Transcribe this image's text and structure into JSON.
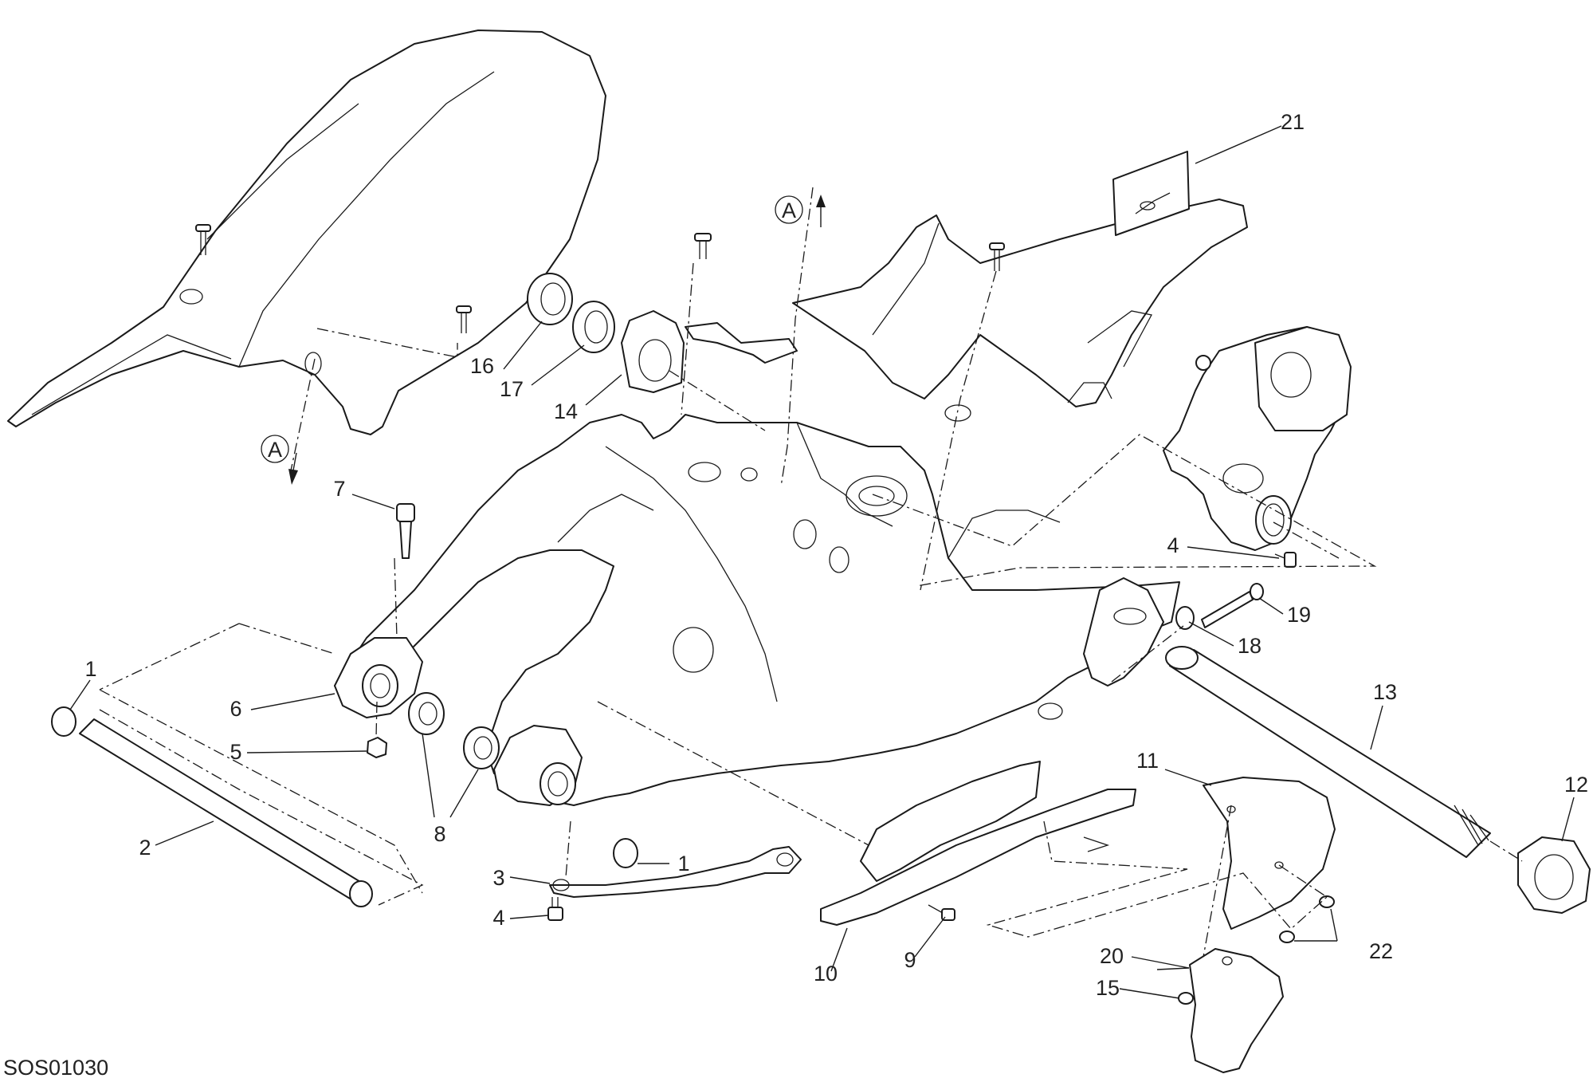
{
  "figure_code": "SOS01030",
  "view_marker": "A",
  "callouts": [
    {
      "id": "c1a",
      "label": "1"
    },
    {
      "id": "c1b",
      "label": "1"
    },
    {
      "id": "c2",
      "label": "2"
    },
    {
      "id": "c3",
      "label": "3"
    },
    {
      "id": "c4a",
      "label": "4"
    },
    {
      "id": "c4b",
      "label": "4"
    },
    {
      "id": "c5",
      "label": "5"
    },
    {
      "id": "c6",
      "label": "6"
    },
    {
      "id": "c7",
      "label": "7"
    },
    {
      "id": "c8",
      "label": "8"
    },
    {
      "id": "c9",
      "label": "9"
    },
    {
      "id": "c10",
      "label": "10"
    },
    {
      "id": "c11",
      "label": "11"
    },
    {
      "id": "c12",
      "label": "12"
    },
    {
      "id": "c13",
      "label": "13"
    },
    {
      "id": "c14",
      "label": "14"
    },
    {
      "id": "c15",
      "label": "15"
    },
    {
      "id": "c16",
      "label": "16"
    },
    {
      "id": "c17",
      "label": "17"
    },
    {
      "id": "c18",
      "label": "18"
    },
    {
      "id": "c19",
      "label": "19"
    },
    {
      "id": "c20",
      "label": "20"
    },
    {
      "id": "c21",
      "label": "21"
    },
    {
      "id": "c22",
      "label": "22"
    }
  ]
}
